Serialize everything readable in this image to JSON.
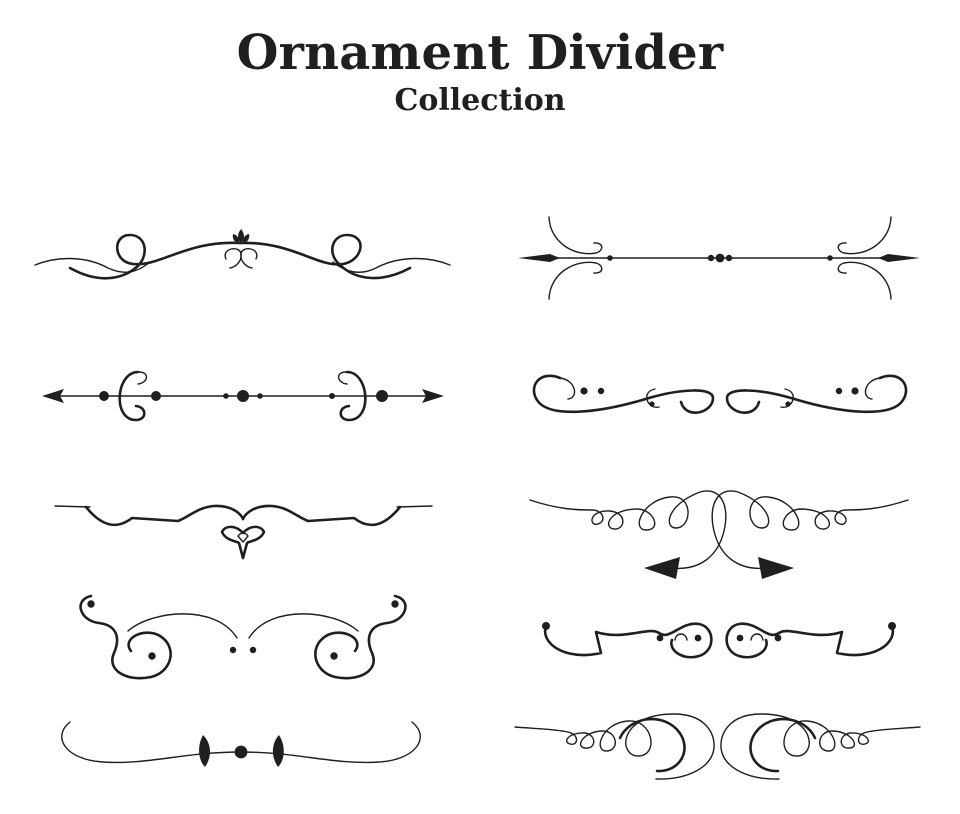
{
  "header": {
    "title": "Ornament Divider",
    "subtitle": "Collection"
  },
  "dividers": [
    {
      "id": 1,
      "style": "flourish-center-leaf",
      "column": "left",
      "row": 1
    },
    {
      "id": 2,
      "style": "spear-line-curls",
      "column": "right",
      "row": 1
    },
    {
      "id": 3,
      "style": "arrow-line-brackets",
      "column": "left",
      "row": 2
    },
    {
      "id": 4,
      "style": "double-spiral-swash",
      "column": "right",
      "row": 2
    },
    {
      "id": 5,
      "style": "scallop-with-pendant",
      "column": "left",
      "row": 3
    },
    {
      "id": 6,
      "style": "loop-arrows",
      "column": "right",
      "row": 3
    },
    {
      "id": 7,
      "style": "dotted-spirals",
      "column": "left",
      "row": 4
    },
    {
      "id": 8,
      "style": "banner-spirals",
      "column": "right",
      "row": 4
    },
    {
      "id": 9,
      "style": "simple-swoosh-leaves",
      "column": "left",
      "row": 5
    },
    {
      "id": 10,
      "style": "loop-chain-rings",
      "column": "right",
      "row": 5
    }
  ],
  "colors": {
    "ink": "#1f1f1f",
    "background": "#ffffff"
  }
}
